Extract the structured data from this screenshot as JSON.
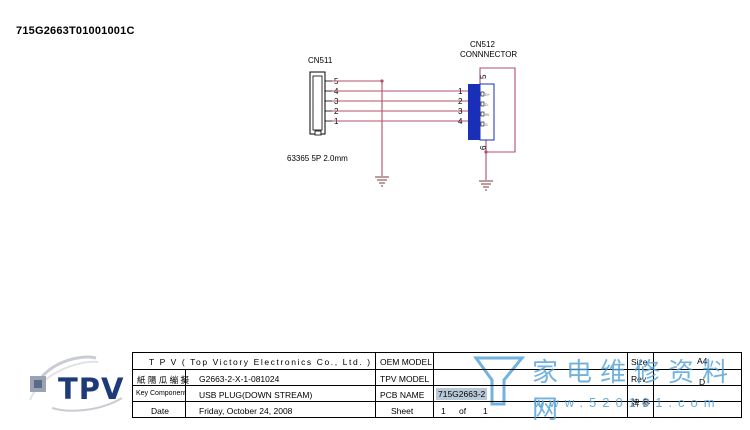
{
  "document_id": "715G2663T01001001C",
  "schematic": {
    "cn511": {
      "ref": "CN511",
      "part": "63365 5P 2.0mm",
      "pins": [
        "5",
        "4",
        "3",
        "2",
        "1"
      ]
    },
    "cn512": {
      "ref": "CN512",
      "type": "CONNNECTOR",
      "pins": [
        "1",
        "2",
        "3",
        "4"
      ],
      "top_pin": "5",
      "bottom_pin": "6"
    }
  },
  "title_block": {
    "company": "T P V ( Top Victory Electronics Co., Ltd. )",
    "drawing_label": "紙 陽 瓜 繃 擬",
    "drawing_value": "G2663-2-X-1-081024",
    "key_component_label": "Key Component",
    "key_component_value": "USB PLUG(DOWN STREAM)",
    "date_label": "Date",
    "date_value": "Friday, October 24, 2008",
    "oem_model_label": "OEM MODEL",
    "oem_model_value": "",
    "tpv_model_label": "TPV MODEL",
    "tpv_model_value": "",
    "pcb_name_label": "PCB NAME",
    "pcb_name_value": "715G2663-2",
    "sheet_label": "Sheet",
    "sheet_value": "1",
    "sheet_of": "of",
    "sheet_total": "1",
    "size_label": "Size",
    "size_value": "A4",
    "rev_label": "Rev",
    "rev_value": "D",
    "misc_label": "牌 參"
  },
  "logo": {
    "text": "TPV"
  },
  "watermark": {
    "chinese": "家电维修资料网",
    "url": "www.520101.com"
  },
  "colors": {
    "wire": "#b0506a",
    "ground": "#7a3a3a",
    "connector_blue": "#1a2fb8",
    "watermark": "#4f9fd6",
    "logo": "#1d3a7a"
  }
}
